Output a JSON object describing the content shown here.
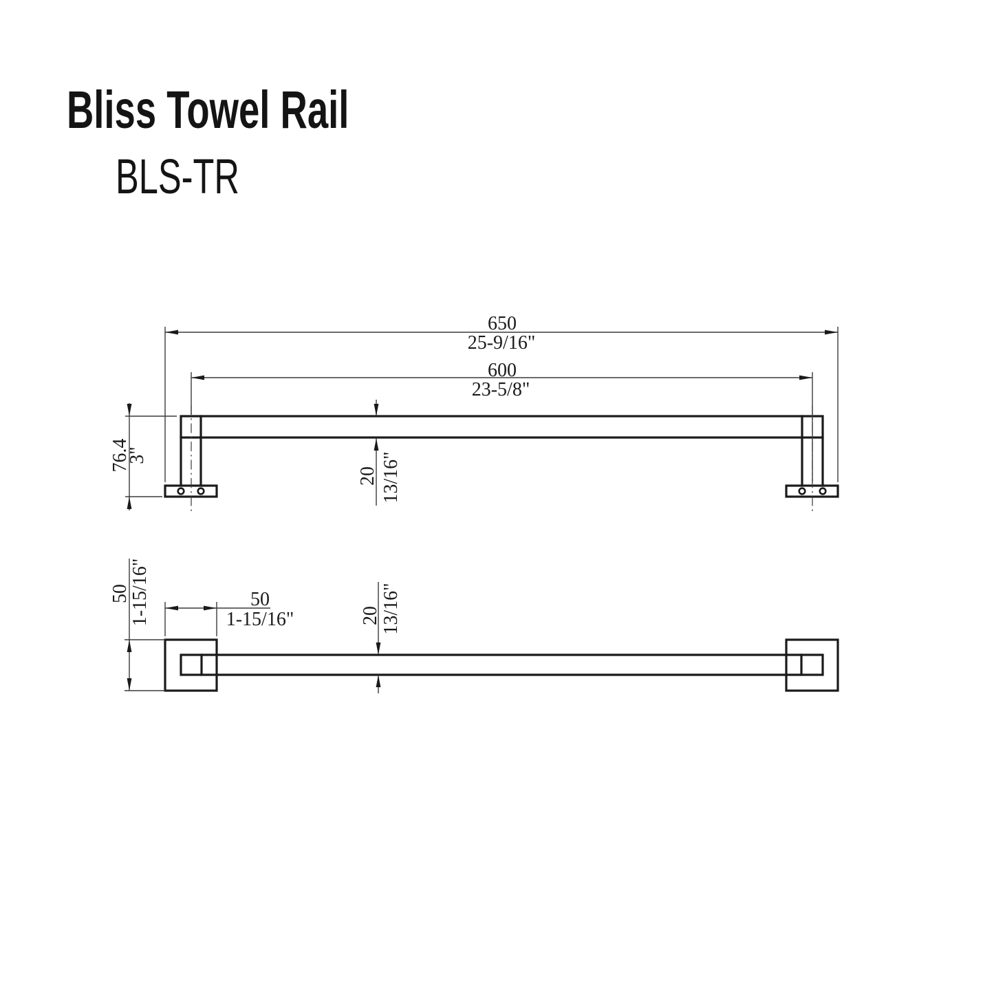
{
  "page": {
    "background": "#ffffff",
    "ink": "#1a1a1a"
  },
  "header": {
    "title": "Bliss Towel Rail",
    "model": "BLS-TR"
  },
  "front_view": {
    "dim_overall_mm": "650",
    "dim_overall_in": "25-9/16\"",
    "dim_centers_mm": "600",
    "dim_centers_in": "23-5/8\"",
    "dim_height_mm": "76.4",
    "dim_height_in": "3\"",
    "dim_bar_mm": "20",
    "dim_bar_in": "13/16\""
  },
  "top_view": {
    "dim_plate_width_mm": "50",
    "dim_plate_width_in": "1-15/16\"",
    "dim_plate_depth_mm": "50",
    "dim_plate_depth_in": "1-15/16\"",
    "dim_bar_mm": "20",
    "dim_bar_in": "13/16\""
  }
}
